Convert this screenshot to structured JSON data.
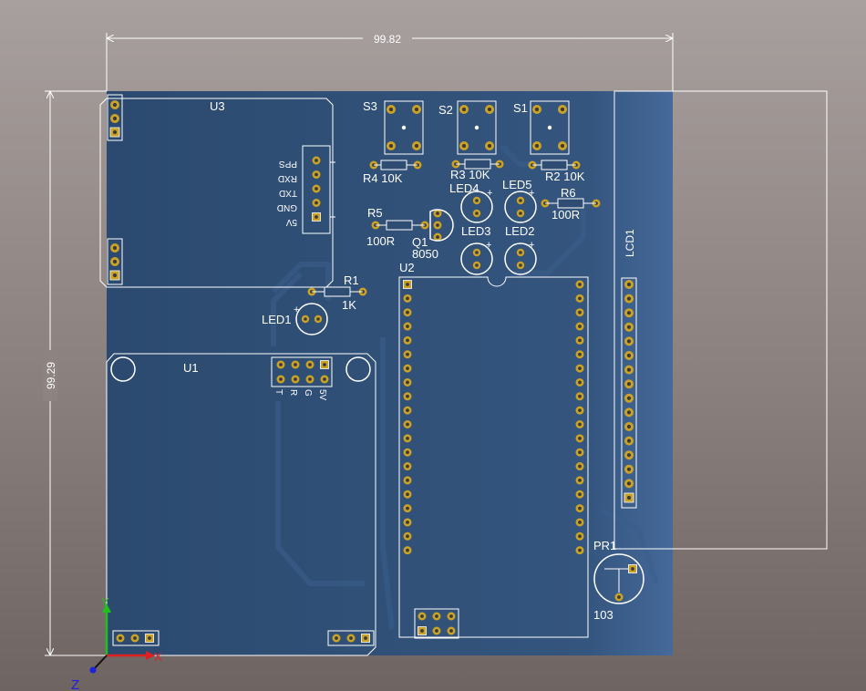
{
  "dimensions": {
    "width_label": "99.82",
    "height_label": "99.29"
  },
  "colors": {
    "board": "#2f4d72",
    "silk": "#ffffff",
    "pad": "#c9a227",
    "pad_hole": "#3a3a3a",
    "dim_line": "#ffffff",
    "axis_x": "#e02020",
    "axis_y": "#20c020",
    "axis_z": "#2020e0"
  },
  "components": {
    "U3": "U3",
    "U1": "U1",
    "U2": "U2",
    "S1": "S1",
    "S2": "S2",
    "S3": "S3",
    "R1": "R1",
    "R1_val": "1K",
    "R2": "R2 10K",
    "R3": "R3 10K",
    "R4": "R4 10K",
    "R5": "R5",
    "R5_val": "100R",
    "R6": "R6",
    "R6_val": "100R",
    "Q1": "Q1",
    "Q1_val": "8050",
    "LED1": "LED1",
    "LED2": "LED2",
    "LED3": "LED3",
    "LED4": "LED4",
    "LED5": "LED5",
    "LCD1": "LCD1",
    "PR1": "PR1",
    "PR1_val": "103"
  },
  "gps_pins": [
    "PPS",
    "RXD",
    "TXD",
    "GND",
    "5V"
  ],
  "u1_pins": [
    "T",
    "R",
    "G",
    "5V"
  ],
  "axes": {
    "x": "X",
    "y": "Y",
    "z": "Z"
  }
}
